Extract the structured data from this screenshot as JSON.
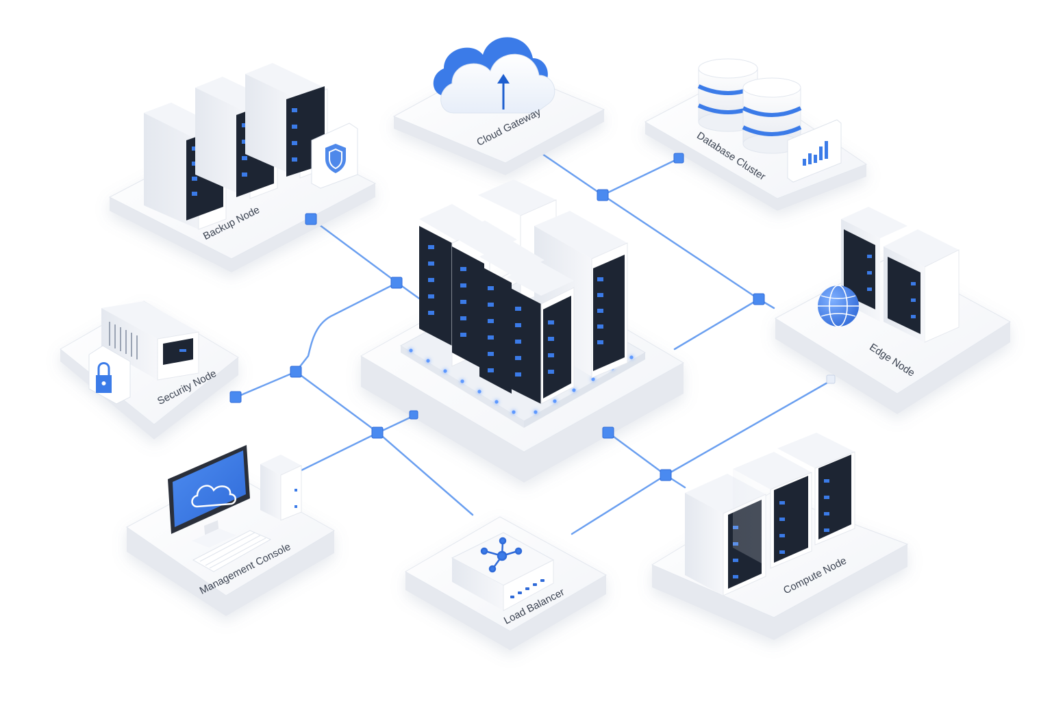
{
  "colors": {
    "background": "#ffffff",
    "platform_top": "#ffffff",
    "platform_side": "#e6e9ef",
    "accent_blue": "#3b7be8",
    "light_blue": "#a9c8f5",
    "rack_dark": "#1d2533",
    "link_blue": "#6a9ff0"
  },
  "nodes": {
    "backup": {
      "label": "Backup Node",
      "icon": "shield-icon"
    },
    "cloud_gateway": {
      "label": "Cloud Gateway",
      "icon": "cloud-upload-icon"
    },
    "database_cluster": {
      "label": "Database Cluster",
      "icon": "database-icon"
    },
    "edge": {
      "label": "Edge Node",
      "icon": "globe-icon"
    },
    "security": {
      "label": "Security Node",
      "icon": "lock-icon"
    },
    "management_console": {
      "label": "Management Console",
      "icon": "cloud-icon"
    },
    "load_balancer": {
      "label": "Load Balancer",
      "icon": "network-hub-icon"
    },
    "compute": {
      "label": "Compute Node",
      "icon": "server-rack-icon"
    },
    "core": {
      "label": "",
      "icon": "server-cluster-icon"
    }
  }
}
